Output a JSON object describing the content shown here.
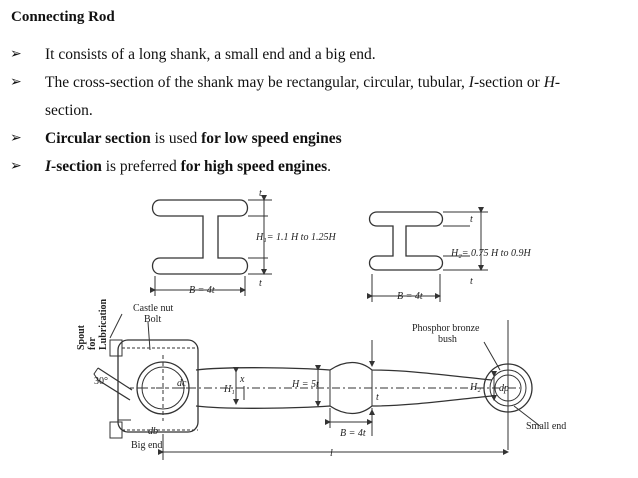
{
  "title": "Connecting Rod",
  "bullet_marker": "➢",
  "bullets": [
    {
      "text": "It consists of a long shank, a small end and a big end."
    },
    {
      "line1_a": "The cross-section of the shank may be rectangular, circular, tubular, ",
      "line1_italic": "I",
      "line1_b": "-section or ",
      "line1_italic2": "H",
      "line1_c": "-",
      "line2": "section."
    },
    {
      "bold1": "Circular section",
      "normal1": " is used ",
      "bold2": "for low speed engines"
    },
    {
      "italic_bold": "I",
      "bold1": "-section",
      "normal1": " is preferred ",
      "bold2": "for high speed engines",
      "normal2": "."
    }
  ],
  "figure": {
    "section1": {
      "h_label": "H₁= 1.1 H to 1.25H",
      "b_label": "B = 4t",
      "t_top": "t",
      "t_bot": "t"
    },
    "section2": {
      "h_label": "H₂= 0.75 H to 0.9H",
      "b_label": "B = 4t",
      "t_top": "t",
      "t_bot": "t"
    },
    "labels": {
      "castle_nut": "Castle nut",
      "bolt": "Bolt",
      "spout1": "Spout",
      "spout2": "for",
      "spout3": "Lubrication",
      "angle": "30°",
      "dc": "dc",
      "db": "db",
      "big_end": "Big end",
      "h1": "H₁",
      "x": "x",
      "h": "H = 5t",
      "t": "t",
      "b": "B = 4t",
      "l": "l",
      "h2": "H₂",
      "phosphor1": "Phosphor bronze",
      "phosphor2": "bush",
      "dp": "dp",
      "small_end": "Small end"
    }
  }
}
